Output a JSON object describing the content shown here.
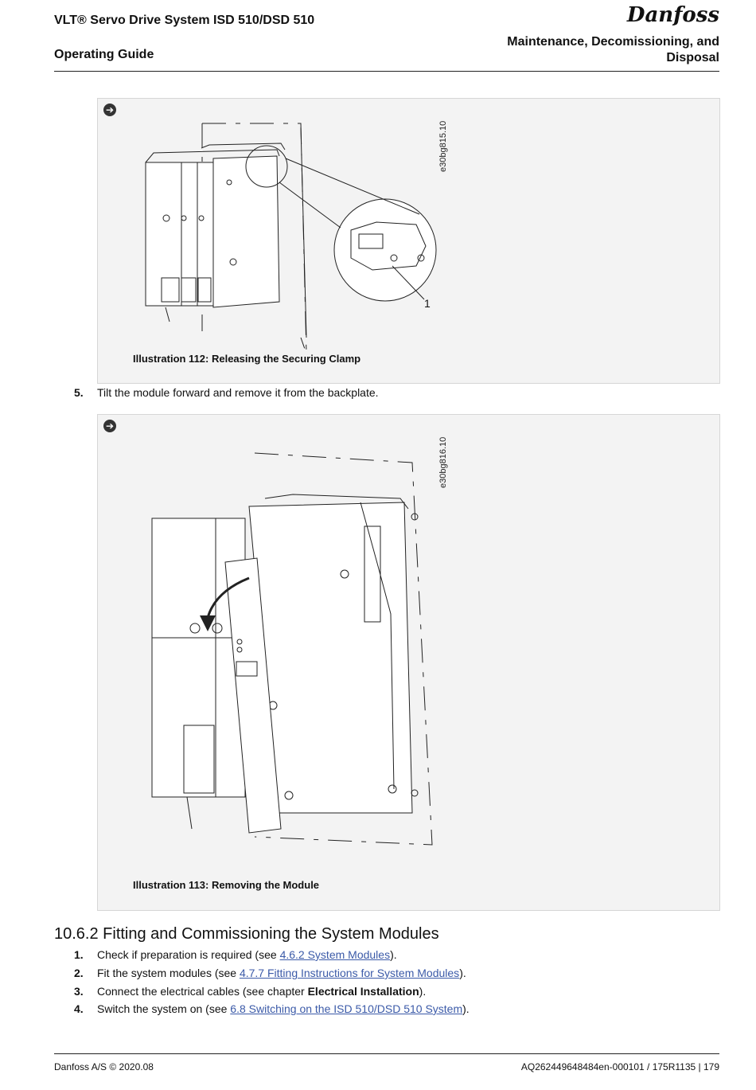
{
  "header": {
    "doc_title": "VLT® Servo Drive System ISD 510/DSD 510",
    "doc_type": "Operating Guide",
    "section_line1": "Maintenance, Decomissioning, and",
    "section_line2": "Disposal",
    "logo_text": "Danfoss"
  },
  "figure1": {
    "code": "e30bg815.10",
    "callout": "1",
    "caption": "Illustration 112: Releasing the Securing Clamp"
  },
  "step5": {
    "number": "5.",
    "text": "Tilt the module forward and remove it from the backplate."
  },
  "figure2": {
    "code": "e30bg816.10",
    "caption": "Illustration 113: Removing the Module"
  },
  "section": {
    "heading": "10.6.2 Fitting and Commissioning the System Modules",
    "steps": [
      {
        "number": "1.",
        "before": "Check if preparation is required (see ",
        "link": "4.6.2 System Modules",
        "after": ")."
      },
      {
        "number": "2.",
        "before": "Fit the system modules (see ",
        "link": "4.7.7 Fitting Instructions for System Modules",
        "after": ")."
      },
      {
        "number": "3.",
        "before": "Connect the electrical cables (see chapter ",
        "bold": "Electrical Installation",
        "after": ")."
      },
      {
        "number": "4.",
        "before": "Switch the system on (see ",
        "link": "6.8 Switching on the ISD 510/DSD 510 System",
        "after": ")."
      }
    ]
  },
  "footer": {
    "left": "Danfoss A/S © 2020.08",
    "right": "AQ262449648484en-000101 / 175R1135 | 179"
  }
}
